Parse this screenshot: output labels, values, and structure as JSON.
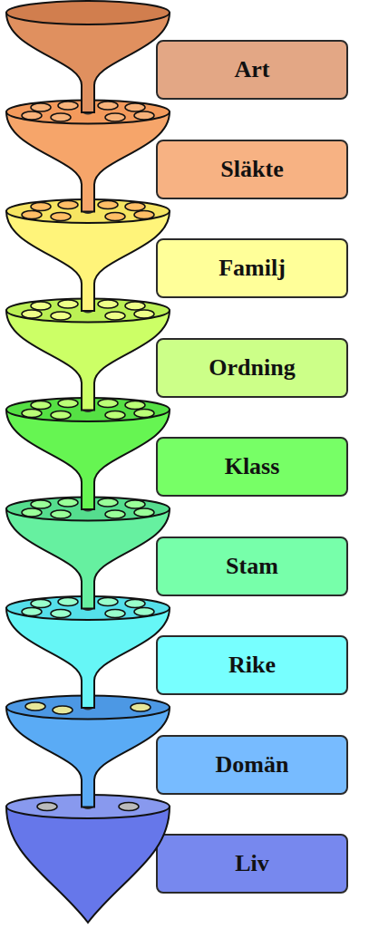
{
  "diagram": {
    "nodes": [
      {
        "text": [
          "Art"
        ]
      },
      {
        "text": [
          "Släkte"
        ]
      },
      {
        "text": [
          "Familj"
        ]
      },
      {
        "text": [
          "Ordning"
        ]
      },
      {
        "text": [
          "Klass"
        ]
      },
      {
        "text": [
          "Stam"
        ]
      },
      {
        "text": [
          "Rike"
        ]
      },
      {
        "text": [
          "Domän"
        ]
      },
      {
        "text": [
          "Liv"
        ]
      }
    ]
  }
}
